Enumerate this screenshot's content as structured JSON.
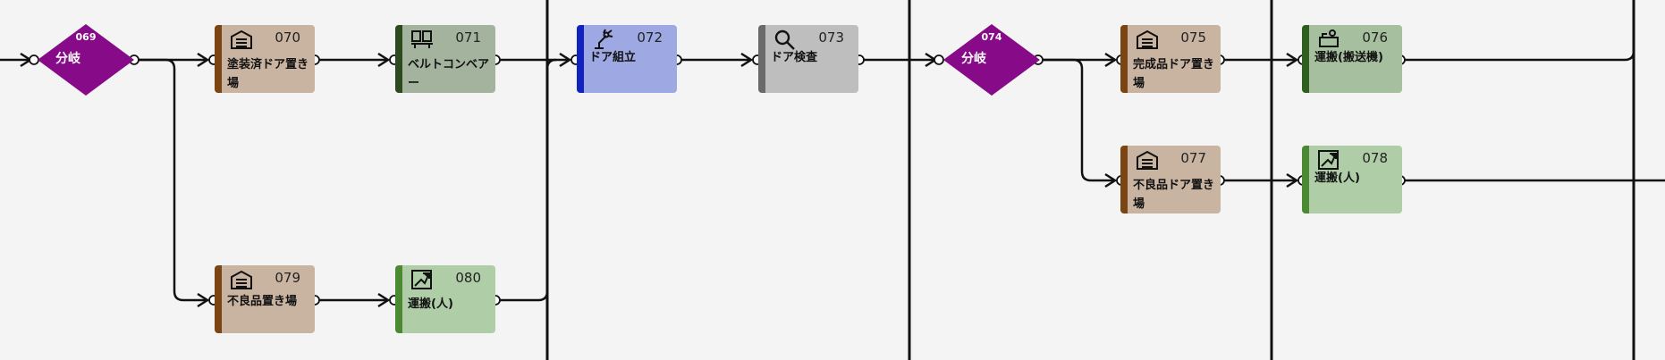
{
  "diagram": {
    "branches": [
      {
        "id": "b069",
        "number": "069",
        "label": "分岐"
      },
      {
        "id": "b074",
        "number": "074",
        "label": "分岐"
      }
    ],
    "nodes": [
      {
        "id": "n070",
        "number": "070",
        "label": "塗装済ドア置き場",
        "kind": "storage",
        "icon": "warehouse-icon"
      },
      {
        "id": "n071",
        "number": "071",
        "label": "ベルトコンベアー",
        "kind": "conveyor",
        "icon": "conveyor-icon"
      },
      {
        "id": "n072",
        "number": "072",
        "label": "ドア組立",
        "kind": "assembly",
        "icon": "robot-arm-icon"
      },
      {
        "id": "n073",
        "number": "073",
        "label": "ドア検査",
        "kind": "inspect",
        "icon": "magnifier-icon"
      },
      {
        "id": "n075",
        "number": "075",
        "label": "完成品ドア置き場",
        "kind": "storage",
        "icon": "warehouse-icon"
      },
      {
        "id": "n076",
        "number": "076",
        "label": "運搬(搬送機)",
        "kind": "machine",
        "icon": "transport-machine-icon"
      },
      {
        "id": "n077",
        "number": "077",
        "label": "不良品ドア置き場",
        "kind": "storage",
        "icon": "warehouse-icon"
      },
      {
        "id": "n078",
        "number": "078",
        "label": "運搬(人)",
        "kind": "manual",
        "icon": "hand-carry-icon"
      },
      {
        "id": "n079",
        "number": "079",
        "label": "不良品置き場",
        "kind": "storage",
        "icon": "warehouse-icon"
      },
      {
        "id": "n080",
        "number": "080",
        "label": "運搬(人)",
        "kind": "manual",
        "icon": "hand-carry-icon"
      }
    ]
  },
  "colors": {
    "background": "#f4f4f4",
    "branch": "#870b88",
    "storage": "#c9b3a1",
    "conveyor": "#a3b39d",
    "assembly": "#9ea8e2",
    "inspect": "#bebebe",
    "machine": "#a6bf9f",
    "manual": "#afcda6",
    "wire": "#111111"
  }
}
